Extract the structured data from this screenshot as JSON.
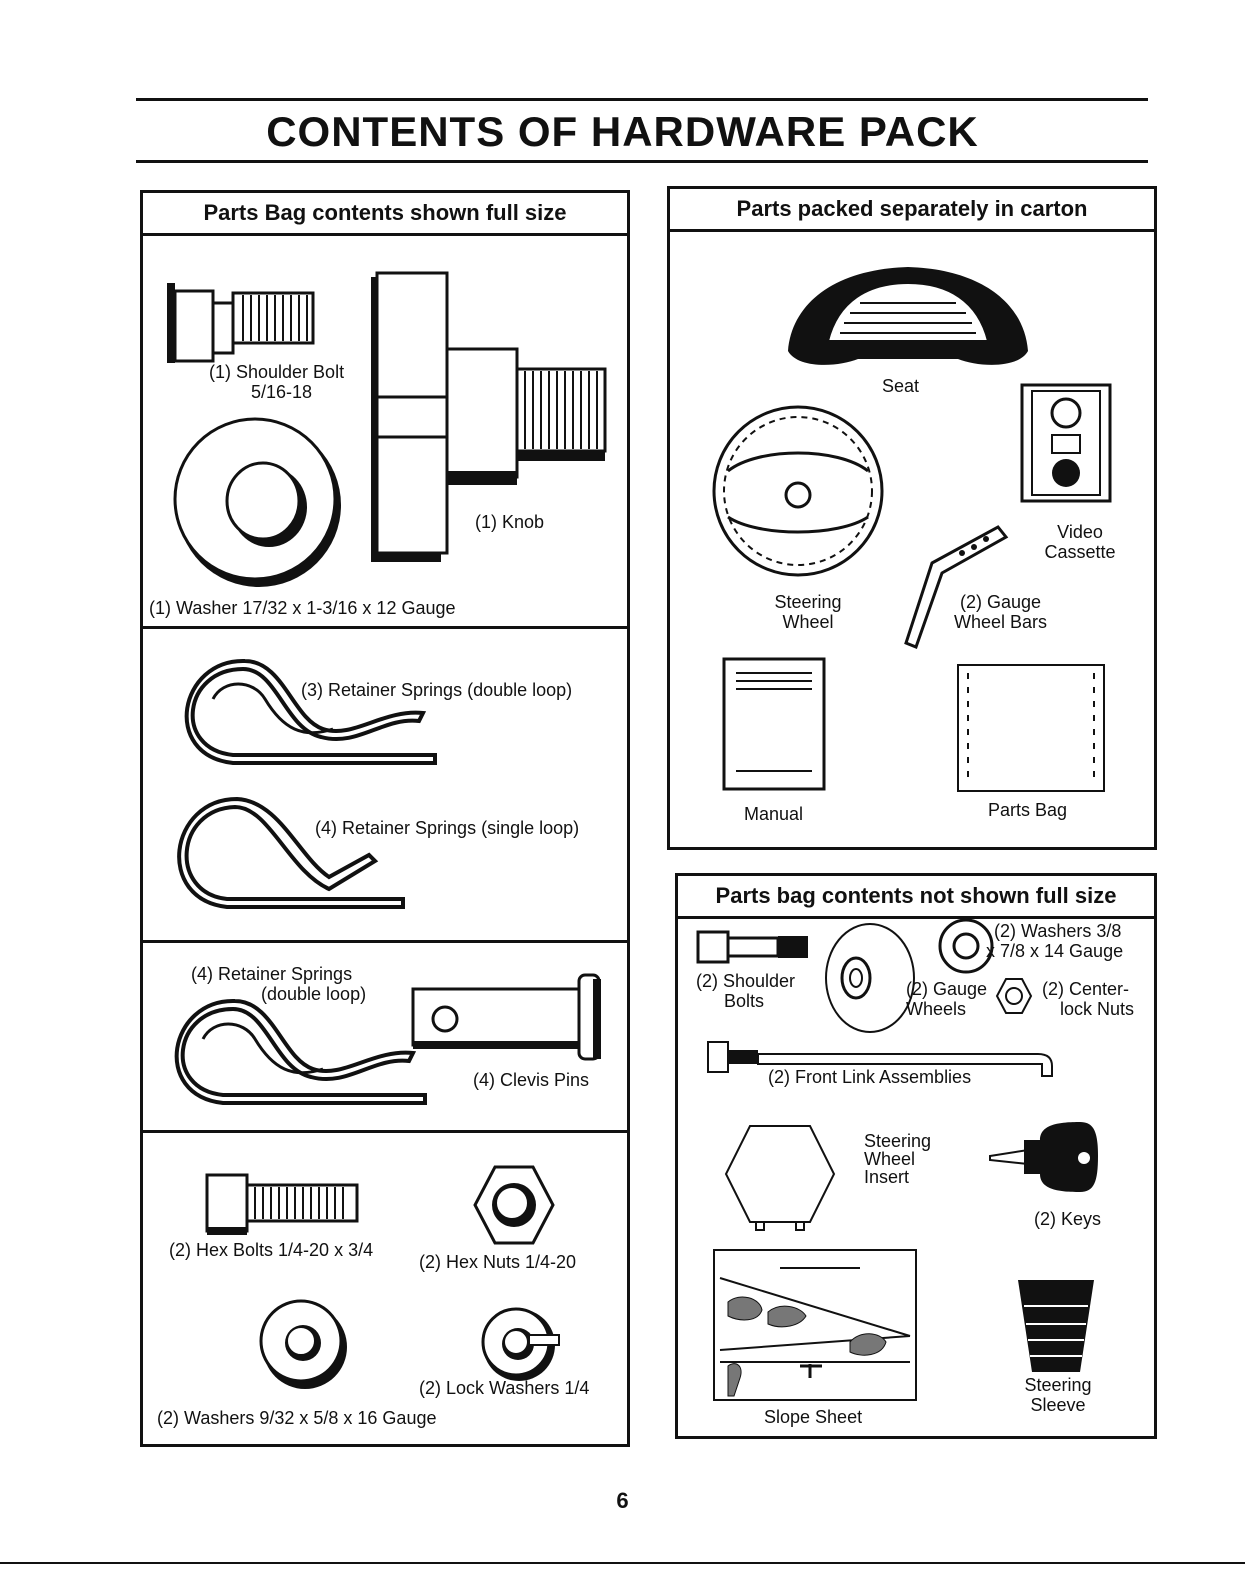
{
  "page": {
    "title": "CONTENTS OF HARDWARE PACK",
    "page_number": "6"
  },
  "left_panel": {
    "header": "Parts Bag contents shown full size",
    "section1": {
      "shoulder_bolt": [
        "(1) Shoulder Bolt",
        "5/16-18"
      ],
      "knob": "(1) Knob",
      "washer": "(1) Washer  17/32 x 1-3/16 x 12 Gauge"
    },
    "section2": {
      "double_loop": "(3)  Retainer Springs (double loop)",
      "single_loop": "(4)  Retainer Springs (single loop)"
    },
    "section3": {
      "retainer": [
        "(4)  Retainer Springs",
        "(double loop)"
      ],
      "clevis": "(4) Clevis Pins"
    },
    "section4": {
      "hex_bolts": "(2) Hex Bolts  1/4-20 x 3/4",
      "hex_nuts": "(2) Hex Nuts  1/4-20",
      "lock_washers": "(2) Lock Washers  1/4",
      "washers": "(2) Washers  9/32  x 5/8 x 16 Gauge"
    }
  },
  "right_top_panel": {
    "header": "Parts packed separately in carton",
    "seat": "Seat",
    "video": [
      "Video",
      "Cassette"
    ],
    "steering_wheel": [
      "Steering",
      "Wheel"
    ],
    "gauge_bars": [
      "(2) Gauge",
      "Wheel Bars"
    ],
    "manual": "Manual",
    "parts_bag": "Parts Bag"
  },
  "right_bottom_panel": {
    "header": "Parts bag contents not shown full size",
    "shoulder_bolts": [
      "(2) Shoulder",
      "Bolts"
    ],
    "washers": [
      "(2) Washers  3/8",
      "x 7/8 x 14 Gauge"
    ],
    "gauge_wheels": [
      "(2) Gauge",
      "Wheels"
    ],
    "center_nuts": [
      "(2) Center-",
      "lock Nuts"
    ],
    "front_link": "(2) Front Link Assemblies",
    "insert": [
      "Steering",
      "Wheel",
      "Insert"
    ],
    "keys": "(2) Keys",
    "slope_sheet": "Slope Sheet",
    "sleeve": [
      "Steering",
      "Sleeve"
    ]
  }
}
